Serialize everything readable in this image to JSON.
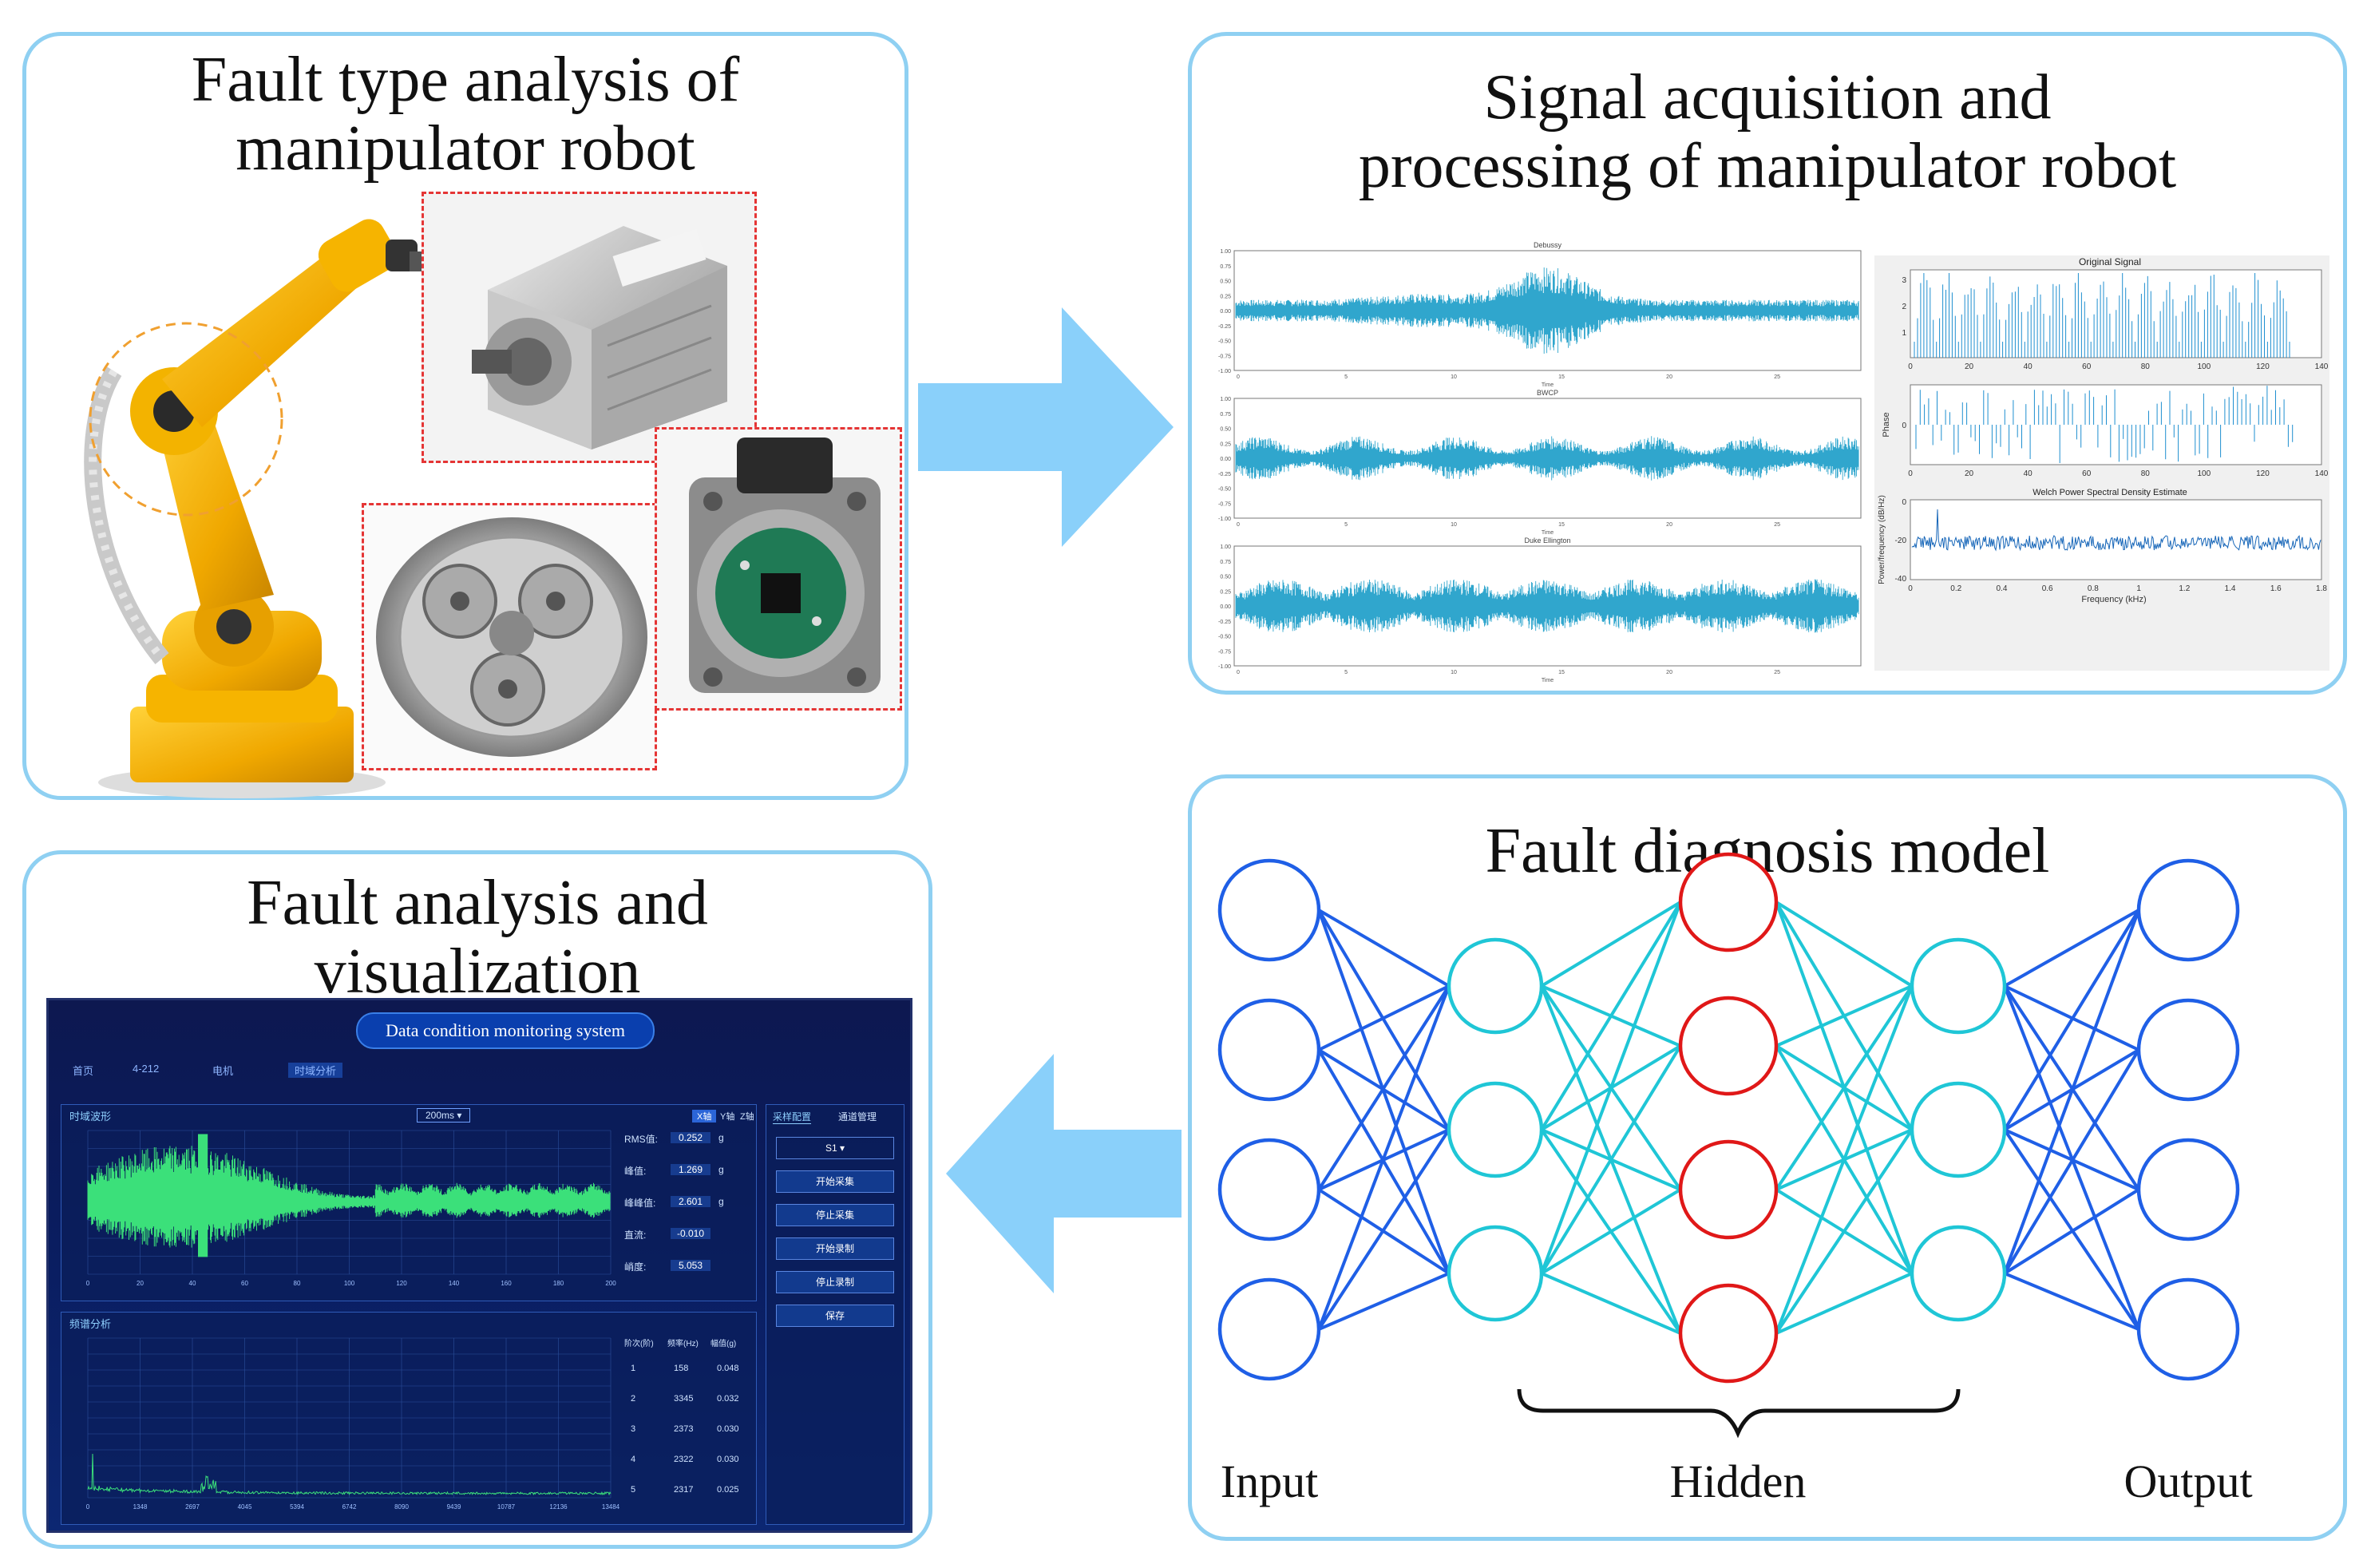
{
  "panels": {
    "fault_type": {
      "title_line1": "Fault type analysis of",
      "title_line2": "manipulator robot"
    },
    "signal": {
      "title_line1": "Signal acquisition and",
      "title_line2": "processing of manipulator robot"
    },
    "visualization": {
      "title_line1": "Fault analysis and",
      "title_line2": "visualization"
    },
    "model": {
      "title": "Fault diagnosis model"
    }
  },
  "signal_plots": {
    "left_titles": [
      "Debussy",
      "BWCP",
      "Duke Ellington"
    ],
    "time_label": "Time",
    "left_y_ticks": [
      "1.00",
      "0.75",
      "0.50",
      "0.25",
      "0.00",
      "-0.25",
      "-0.50",
      "-0.75",
      "-1.00"
    ],
    "left_x_ticks": [
      "0",
      "5",
      "10",
      "15",
      "20",
      "25"
    ],
    "original_signal_title": "Original Signal",
    "top_y_ticks": [
      "3",
      "2",
      "1"
    ],
    "top_x_ticks": [
      "0",
      "20",
      "40",
      "60",
      "80",
      "100",
      "120",
      "140"
    ],
    "phase_label": "Phase",
    "phase_tick": "0",
    "welch_title": "Welch Power Spectral Density Estimate",
    "welch_ylabel": "Power/frequency (dB/Hz)",
    "welch_y_ticks": [
      "0",
      "-20",
      "-40"
    ],
    "welch_x_ticks": [
      "0",
      "0.2",
      "0.4",
      "0.6",
      "0.8",
      "1",
      "1.2",
      "1.4",
      "1.6",
      "1.8"
    ],
    "welch_xlabel": "Frequency (kHz)"
  },
  "monitor": {
    "system_title": "Data condition monitoring system",
    "tabs": [
      "首页",
      "4-212",
      "电机",
      "时域分析"
    ],
    "dropdown": "200ms",
    "toggle_buttons": [
      "X轴",
      "Y轴",
      "Z轴"
    ],
    "top_panel_title": "时域波形",
    "bottom_panel_title": "频谱分析",
    "stats": [
      {
        "label": "RMS值:",
        "value": "0.252",
        "unit": "g"
      },
      {
        "label": "峰值:",
        "value": "1.269",
        "unit": "g"
      },
      {
        "label": "峰峰值:",
        "value": "2.601",
        "unit": "g"
      },
      {
        "label": "直流:",
        "value": "-0.010",
        "unit": ""
      },
      {
        "label": "峭度:",
        "value": "5.053",
        "unit": ""
      }
    ],
    "top_x_ticks": [
      "0",
      "20",
      "40",
      "60",
      "80",
      "100",
      "120",
      "140",
      "160",
      "180",
      "200"
    ],
    "bottom_x_ticks": [
      "0",
      "1348",
      "2697",
      "4045",
      "5394",
      "6742",
      "8090",
      "9439",
      "10787",
      "12136",
      "13484"
    ],
    "peak_headers": [
      "阶次(阶)",
      "频率(Hz)",
      "幅值(g)"
    ],
    "peak_rows": [
      [
        "1",
        "158",
        "0.048"
      ],
      [
        "2",
        "3345",
        "0.032"
      ],
      [
        "3",
        "2373",
        "0.030"
      ],
      [
        "4",
        "2322",
        "0.030"
      ],
      [
        "5",
        "2317",
        "0.025"
      ]
    ],
    "side_tabs": [
      "采样配置",
      "通道管理"
    ],
    "side_select": "S1",
    "side_buttons": [
      "开始采集",
      "停止采集",
      "开始录制",
      "停止录制",
      "保存"
    ]
  },
  "network": {
    "input_label": "Input",
    "hidden_label": "Hidden",
    "output_label": "Output",
    "layer_sizes": [
      4,
      3,
      4,
      3,
      4
    ]
  },
  "colors": {
    "panel_border": "#8fd0f2",
    "arrow": "#8ad0fa",
    "outer_layer": "#1f5fe6",
    "mid_layer": "#1fc6d6",
    "center_layer": "#e01818",
    "signal_wave": "#1a9cc8",
    "monitor_wave": "#3be07a"
  }
}
